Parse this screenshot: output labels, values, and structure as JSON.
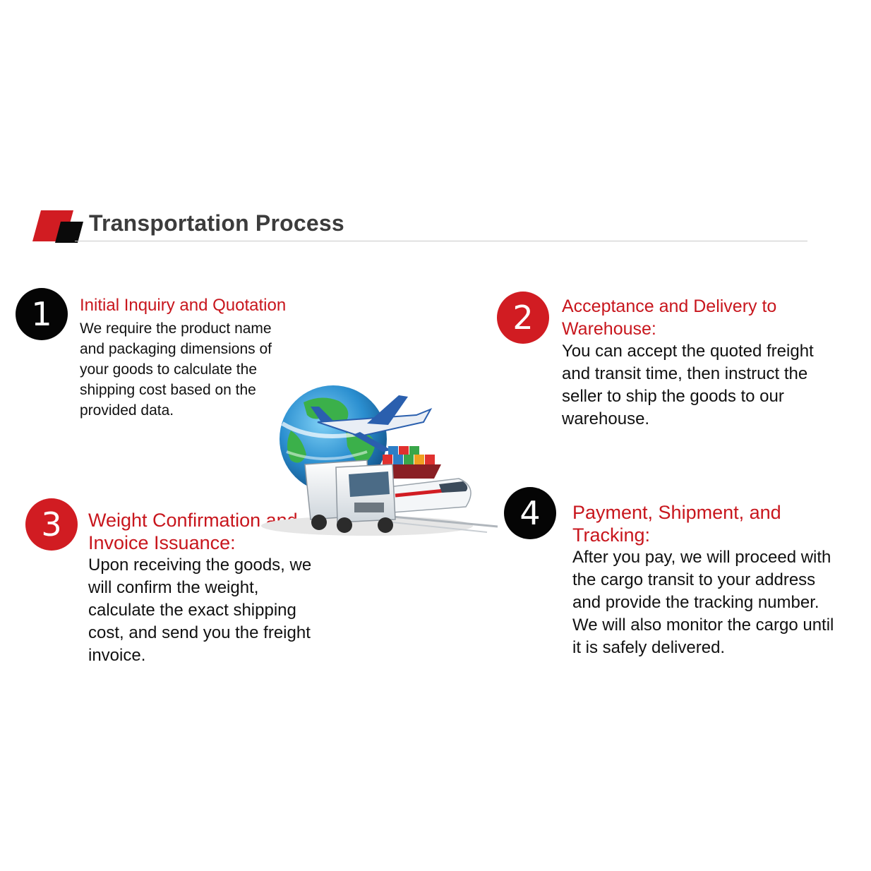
{
  "header": {
    "title": "Transportation Process"
  },
  "steps": [
    {
      "number": "1",
      "title_lines": [
        "Initial Inquiry and Quotation"
      ],
      "body_lines": [
        "We require the product name",
        "and packaging dimensions of",
        "your goods to calculate the",
        "shipping cost based on the",
        "provided data."
      ]
    },
    {
      "number": "2",
      "title_lines": [
        "Acceptance and Delivery to",
        "Warehouse:"
      ],
      "body_lines": [
        "You can accept the quoted freight",
        "and transit time, then instruct the",
        "seller to ship the goods to our",
        "warehouse."
      ]
    },
    {
      "number": "3",
      "title_lines": [
        "Weight Confirmation and",
        "Invoice Issuance:"
      ],
      "body_lines": [
        "Upon receiving the goods, we",
        "will confirm the weight,",
        "calculate the exact shipping",
        "cost, and send you the freight",
        "invoice."
      ]
    },
    {
      "number": "4",
      "title_lines": [
        "Payment, Shipment, and",
        "Tracking:"
      ],
      "body_lines": [
        "After you pay, we will proceed with",
        "the cargo transit to your address",
        "and provide the tracking number.",
        "We will also monitor the cargo until",
        "it is safely delivered."
      ]
    }
  ],
  "colors": {
    "accent_red": "#c8161d",
    "badge_red": "#d11c22",
    "badge_black": "#050505",
    "title_gray": "#3c3c3c"
  },
  "illustration": {
    "icons": [
      "globe-icon",
      "airplane-icon",
      "cargo-ship-icon",
      "truck-icon",
      "train-icon"
    ]
  }
}
